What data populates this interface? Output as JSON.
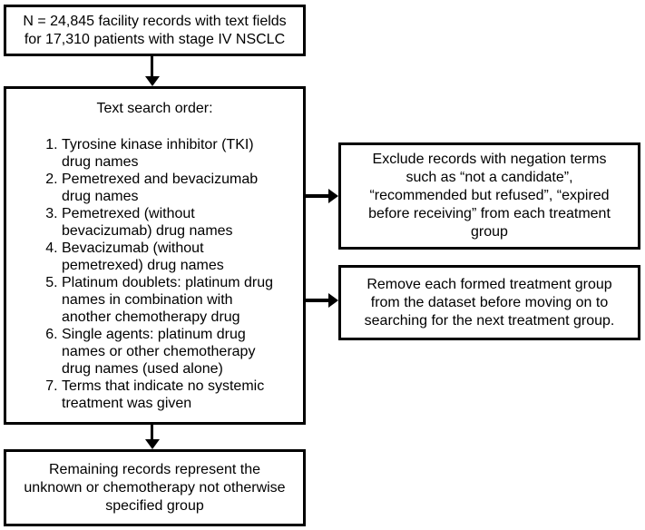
{
  "boxes": {
    "source": {
      "text": "N = 24,845 facility records with text fields for 17,310 patients with stage IV NSCLC"
    },
    "search_order": {
      "heading": "Text search order:",
      "items": [
        "Tyrosine kinase inhibitor (TKI) drug names",
        "Pemetrexed and bevacizumab drug names",
        "Pemetrexed (without bevacizumab) drug names",
        "Bevacizumab (without pemetrexed) drug names",
        "Platinum doublets: platinum drug names in combination with another chemotherapy drug",
        "Single agents: platinum drug names or other chemotherapy drug names (used alone)",
        "Terms that indicate no systemic treatment was given"
      ]
    },
    "exclude": {
      "text": "Exclude records with negation terms such as “not a candidate”, “recommended but refused”, “expired before receiving” from each treatment group"
    },
    "remove": {
      "text": "Remove each formed treatment group from the dataset before moving on to searching for the next treatment group."
    },
    "remaining": {
      "text": "Remaining records represent the unknown or chemotherapy not otherwise specified group"
    }
  },
  "colors": {
    "border": "#000000",
    "background": "#ffffff",
    "text": "#000000"
  }
}
